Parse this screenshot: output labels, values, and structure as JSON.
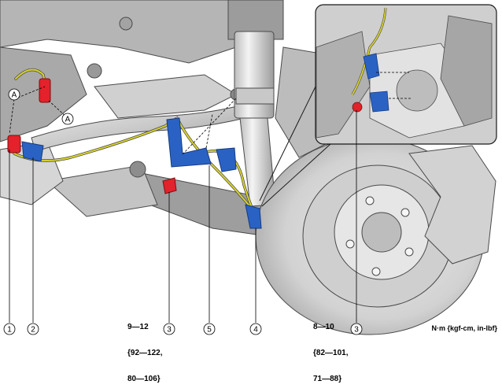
{
  "callouts": {
    "c1": "1",
    "c2": "2",
    "c3_left": "3",
    "c5": "5",
    "c4": "4",
    "c3_right": "3",
    "a_left": "A",
    "a_right": "A"
  },
  "torque_left": {
    "line1": "9—12",
    "line2": "{92—122,",
    "line3": "80—106}"
  },
  "torque_right": {
    "line1": "8—10",
    "line2": "{82—101,",
    "line3": "71—88}"
  },
  "units_label": "N·m {kgf-cm, in-lbf}",
  "colors": {
    "sensor_red": "#e3222b",
    "bracket_blue": "#2a62c4",
    "harness_yellow": "#d8d22c",
    "metal_gray": "#c8c8c8",
    "outline": "#4a4a4a"
  }
}
